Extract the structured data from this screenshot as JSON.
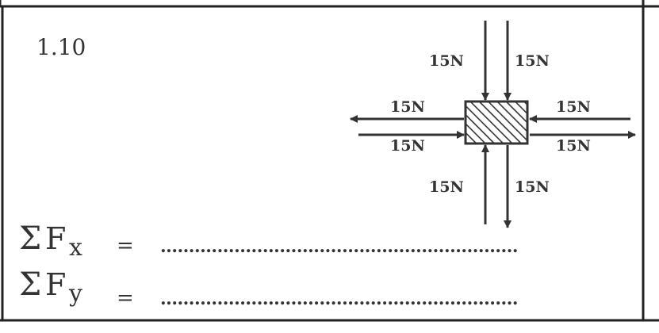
{
  "problem_number": "1.10",
  "force_label": "15N",
  "equations": [
    {
      "sigma": "Σ",
      "F": "F",
      "subscript": "x",
      "equals": "=",
      "blank": "..............................................................."
    },
    {
      "sigma": "Σ",
      "F": "F",
      "subscript": "y",
      "equals": "=",
      "blank": "..............................................................."
    }
  ],
  "colors": {
    "ink": "#333333",
    "frame": "#222222",
    "background": "#ffffff"
  }
}
